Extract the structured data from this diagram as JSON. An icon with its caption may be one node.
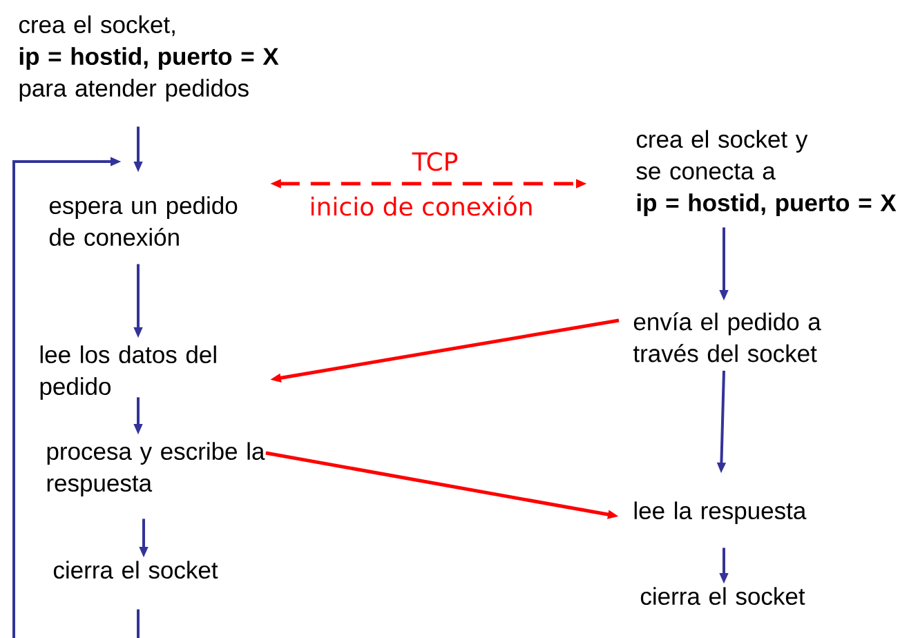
{
  "diagram": {
    "nodes": [
      {
        "text": [
          "crea el socket,",
          "ip = hostid, puerto = X",
          "para atender pedidos"
        ]
      },
      {
        "text": [
          "espera un pedido de conexión"
        ]
      },
      {
        "text": [
          "lee los datos del pedido"
        ]
      },
      {
        "text": [
          "procesa y escribe la respuesta"
        ]
      },
      {
        "text": [
          "cierra el socket"
        ]
      },
      {
        "text": [
          "crea el socket y se conecta a",
          "ip = hostid, puerto = X"
        ]
      },
      {
        "text": [
          "envía el pedido a través del socket"
        ]
      },
      {
        "text": [
          "lee la respuesta"
        ]
      },
      {
        "text": [
          "cierra el socket"
        ]
      }
    ],
    "edges": [
      {
        "from": 0,
        "to": 1,
        "arrow": "to"
      },
      {
        "from": 1,
        "to": 2,
        "arrow": "to"
      },
      {
        "from": 2,
        "to": 3,
        "arrow": "to"
      },
      {
        "from": 3,
        "to": 4,
        "arrow": "to"
      },
      {
        "from": 4,
        "to": 1,
        "arrow": "to"
      },
      {
        "from": 1,
        "to": 5,
        "arrow": "both",
        "label": "TCP",
        "style": "dashed",
        "color": "#ff0000"
      },
      {
        "from": 5,
        "to": 6,
        "arrow": "to"
      },
      {
        "from": 6,
        "to": 2,
        "arrow": "to",
        "color": "#ff0000"
      },
      {
        "from": 6,
        "to": 7,
        "arrow": "to"
      },
      {
        "from": 3,
        "to": 7,
        "arrow": "to",
        "color": "#ff0000"
      },
      {
        "from": 7,
        "to": 8,
        "arrow": "to"
      }
    ],
    "labels": [
      "inicio de conexión"
    ]
  }
}
